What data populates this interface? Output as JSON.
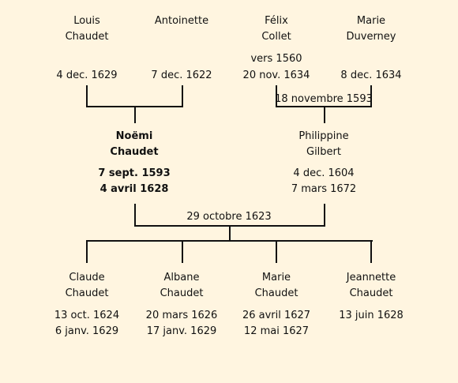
{
  "grandparents": [
    {
      "first": "Louis",
      "last": "Chaudet",
      "extra": "",
      "birth": "4 dec. 1629"
    },
    {
      "first": "Antoinette",
      "last": "",
      "extra": "",
      "birth": "7 dec. 1622"
    },
    {
      "first": "Félix",
      "last": "Collet",
      "extra": "vers 1560",
      "birth": "20 nov. 1634"
    },
    {
      "first": "Marie",
      "last": "Duverney",
      "extra": "",
      "birth": "8 dec. 1634"
    }
  ],
  "parents": [
    {
      "first": "Noëmi",
      "last": "Chaudet",
      "birth": "7 sept. 1593",
      "death": "4 avril 1628"
    },
    {
      "first": "Philippine",
      "last": "Gilbert",
      "birth": "4 dec. 1604",
      "death": "7 mars 1672"
    }
  ],
  "marriages": {
    "grandparents_right": "18 novembre 1593",
    "parents": "29 octobre 1623"
  },
  "children": [
    {
      "first": "Claude",
      "last": "Chaudet",
      "birth": "13 oct. 1624",
      "death": "6 janv. 1629"
    },
    {
      "first": "Albane",
      "last": "Chaudet",
      "birth": "20 mars 1626",
      "death": "17 janv. 1629"
    },
    {
      "first": "Marie",
      "last": "Chaudet",
      "birth": "26 avril 1627",
      "death": "12 mai 1627"
    },
    {
      "first": "Jeannette",
      "last": "Chaudet",
      "birth": "13 juin 1628",
      "death": ""
    }
  ]
}
